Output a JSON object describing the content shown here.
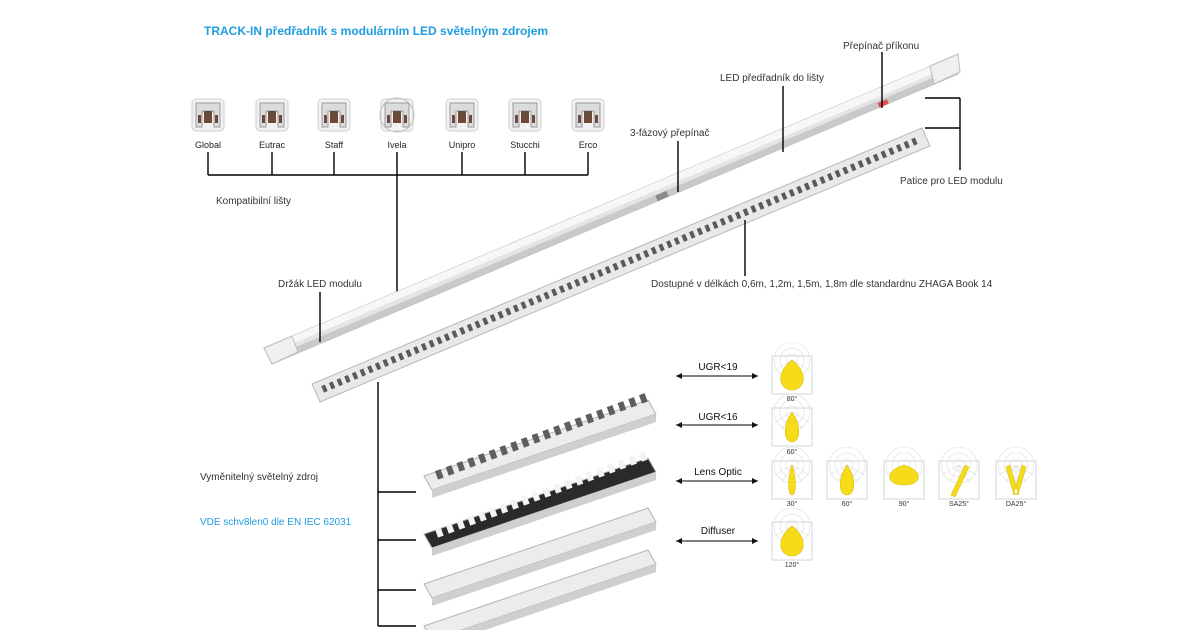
{
  "title": "TRACK-IN předřadník s modulárním LED světelným zdrojem",
  "profiles": [
    "Global",
    "Eutrac",
    "Staff",
    "Ivela",
    "Unipro",
    "Stucchi",
    "Erco"
  ],
  "labels": {
    "compatible": "Kompatibilní lišty",
    "power_switch": "Přepínač příkonu",
    "led_ballast": "LED předřadník do lišty",
    "phase_switch": "3-fázový přepínač",
    "module_socket": "Patice pro LED modulu",
    "module_holder": "Držák LED modulu",
    "lengths": "Dostupné v délkách 0,6m, 1,2m, 1,5m, 1,8m dle standardnu ZHAGA Book 14",
    "replaceable": "Vyměnitelný světelný zdroj",
    "vde": "VDE schv8len0 dle EN IEC 62031"
  },
  "optics": [
    {
      "name": "UGR<19",
      "angles": [
        "80°"
      ]
    },
    {
      "name": "UGR<16",
      "angles": [
        "60°"
      ]
    },
    {
      "name": "Lens Optic",
      "angles": [
        "30°",
        "60°",
        "90°",
        "SA25°",
        "DA25°"
      ]
    },
    {
      "name": "Diffuser",
      "angles": [
        "120°"
      ]
    }
  ],
  "colors": {
    "accent": "#1f9de0",
    "profile": "#e4e4e4",
    "profile_edge": "#b9b9b9",
    "beam": "#f6dc18",
    "line": "#000000",
    "switch": "#e2504a"
  }
}
